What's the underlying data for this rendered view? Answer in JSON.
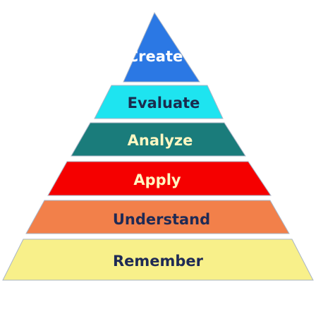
{
  "pyramid": {
    "levels": [
      {
        "label": "Create",
        "fill": "#2b78e4",
        "text_color": "#ffffff"
      },
      {
        "label": "Evaluate",
        "fill": "#1ee4f0",
        "text_color": "#1a2c4e"
      },
      {
        "label": "Analyze",
        "fill": "#1a7c7b",
        "text_color": "#fff7c2"
      },
      {
        "label": "Apply",
        "fill": "#f50000",
        "text_color": "#fff7c2"
      },
      {
        "label": "Understand",
        "fill": "#f2804a",
        "text_color": "#1f2a55"
      },
      {
        "label": "Remember",
        "fill": "#f8f08a",
        "text_color": "#1f2a55"
      }
    ],
    "edge_color": "#a8b4c6"
  }
}
